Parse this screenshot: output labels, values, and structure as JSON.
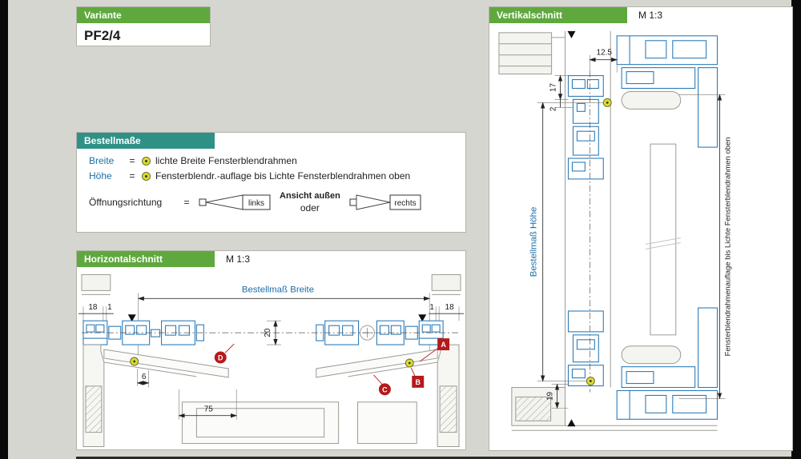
{
  "ui_colors": {
    "background": "#d6d6d0",
    "header_green": "#5fa83e",
    "header_teal": "#2f9186",
    "dim_blue": "#1c6fa8",
    "marker_red": "#b5191c",
    "target_yellow": "#dcdb34",
    "profile_blue": "#2e7cb8"
  },
  "variante": {
    "header": "Variante",
    "value": "PF2/4"
  },
  "bestellmasse": {
    "header": "Bestellmaße",
    "breite": {
      "label": "Breite",
      "eq": "=",
      "icon": "target-icon",
      "text": "lichte Breite Fensterblendrahmen"
    },
    "hoehe": {
      "label": "Höhe",
      "eq": "=",
      "icon": "target-icon",
      "text": "Fensterblendr.-auflage bis Lichte Fensterblendrahmen oben"
    },
    "oeffnungsrichtung": {
      "label": "Öffnungsrichtung",
      "eq": "=",
      "links_label": "links",
      "ansicht_label": "Ansicht außen",
      "oder_label": "oder",
      "rechts_label": "rechts"
    }
  },
  "horizontalschnitt": {
    "header": "Horizontalschnitt",
    "scale": "M 1:3",
    "dim_label": "Bestellmaß Breite",
    "dims": {
      "left_18": "18",
      "left_1": "1",
      "right_1": "1",
      "right_18": "18",
      "depth_20": "20",
      "small_6": "6",
      "width_75": "75"
    },
    "markers": {
      "a": "A",
      "b": "B",
      "c": "C",
      "d": "D"
    }
  },
  "vertikalschnitt": {
    "header": "Vertikalschnitt",
    "scale": "M 1:3",
    "dim_label": "Bestellmaß Höhe",
    "side_label": "Fensterblendrahmenauflage bis Lichte Fensterblendrahmen oben",
    "dims": {
      "top_12_5": "12.5",
      "upper_17": "17",
      "upper_2": "2",
      "lower_19": "19"
    }
  }
}
